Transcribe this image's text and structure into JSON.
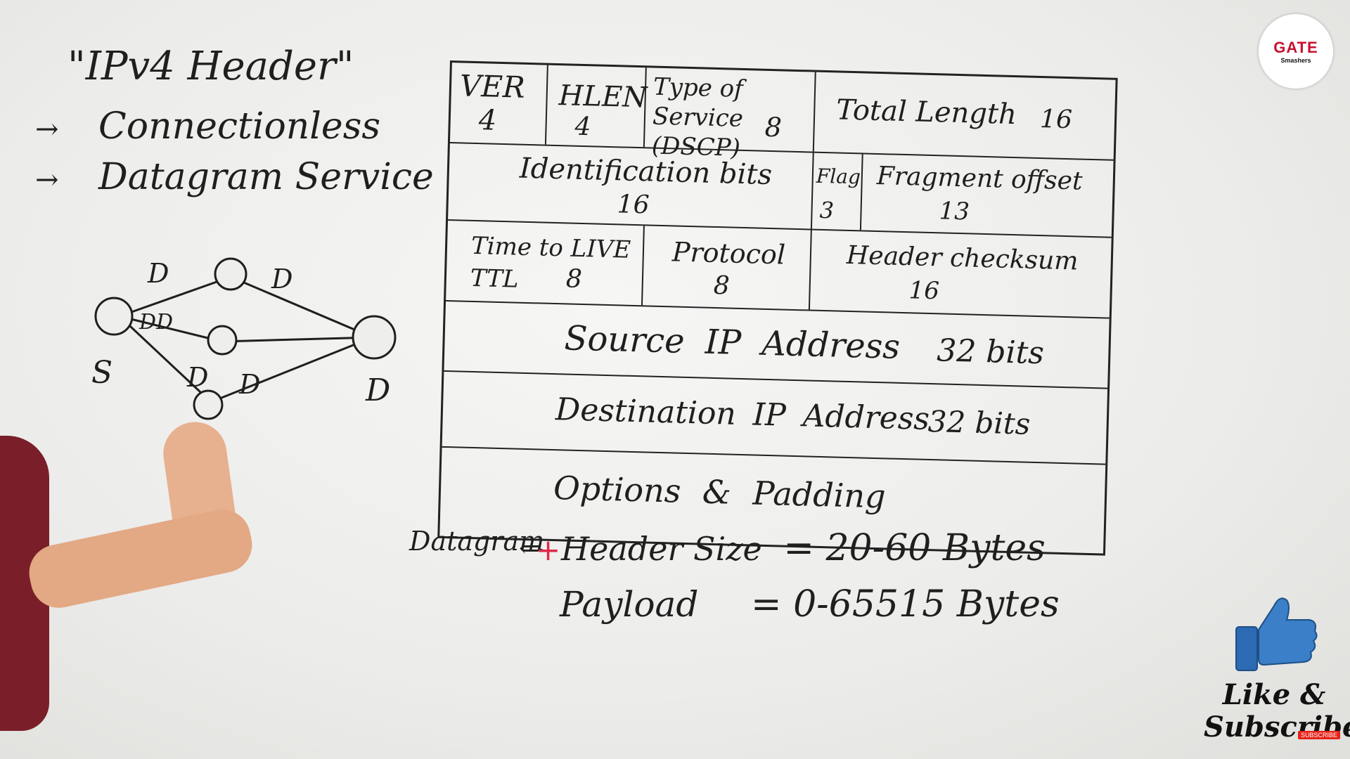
{
  "notes": {
    "title": "\"IPv4 Header\"",
    "items": [
      {
        "arrow": "→",
        "text": "Connectionless"
      },
      {
        "arrow": "→",
        "text": "Datagram Service"
      }
    ]
  },
  "network_diagram": {
    "source_label": "S",
    "dest_label": "D",
    "packet_labels": [
      "D",
      "D",
      "DD",
      "D",
      "D"
    ]
  },
  "header_table": {
    "rows": [
      [
        {
          "label": "VER",
          "size": "4"
        },
        {
          "label": "HLEN",
          "size": "4"
        },
        {
          "label": "Type of Service (DSCP)",
          "size": "8"
        },
        {
          "label": "Total Length",
          "size": "16"
        }
      ],
      [
        {
          "label": "Identification bits",
          "size": "16"
        },
        {
          "label": "Flag",
          "size": "3"
        },
        {
          "label": "Fragment offset",
          "size": "13"
        }
      ],
      [
        {
          "label": "Time to LIVE TTL",
          "size": "8"
        },
        {
          "label": "Protocol",
          "size": "8"
        },
        {
          "label": "Header checksum",
          "size": "16"
        }
      ],
      [
        {
          "label": "Source IP Address",
          "size": "32 bits"
        }
      ],
      [
        {
          "label": "Destination IP Address",
          "size": "32 bits"
        }
      ],
      [
        {
          "label": "Options & Padding",
          "size": ""
        }
      ]
    ]
  },
  "formulas": {
    "datagram_label": "Datagram",
    "plus": "+",
    "arrows": "⇐",
    "header_size_label": "Header Size",
    "header_size_value": "= 20-60 Bytes",
    "payload_label": "Payload",
    "payload_value": "= 0-65515 Bytes"
  },
  "logo": {
    "brand": "GATE",
    "sub": "Smashers"
  },
  "like_widget": {
    "line1": "Like &",
    "line2": "Subscribe",
    "badge": "SUBSCRIBE"
  },
  "colors": {
    "board": "#ececea",
    "ink": "#1c1c1c",
    "accent": "#e0284a",
    "thumb": "#3a7fc7",
    "logo_red": "#c8102e"
  }
}
